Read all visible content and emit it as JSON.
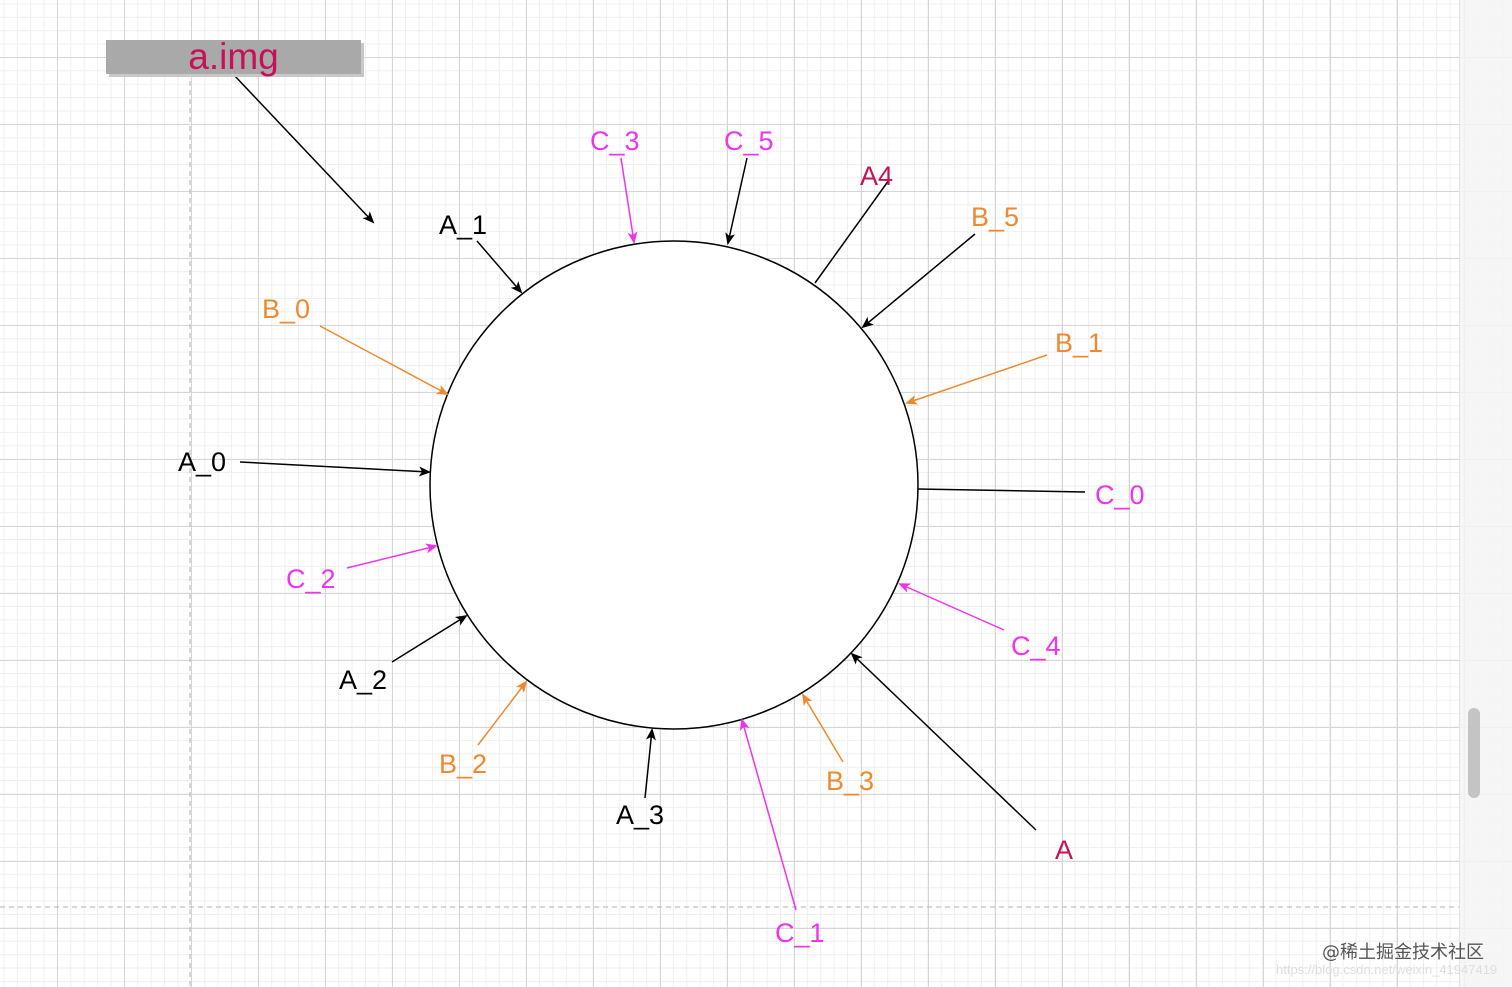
{
  "title_label": "a.img",
  "colors": {
    "black": "#000000",
    "orange": "#f0882f",
    "magenta": "#ee33ee",
    "crimson": "#c8105a"
  },
  "nodes": {
    "A_0": "A_0",
    "A_1": "A_1",
    "A_2": "A_2",
    "A_3": "A_3",
    "A4": "A4",
    "A": "A",
    "B_0": "B_0",
    "B_1": "B_1",
    "B_2": "B_2",
    "B_3": "B_3",
    "B_5": "B_5",
    "C_0": "C_0",
    "C_1": "C_1",
    "C_2": "C_2",
    "C_3": "C_3",
    "C_4": "C_4",
    "C_5": "C_5"
  },
  "watermark": {
    "main": "@稀土掘金技术社区",
    "url": "https://blog.csdn.net/weixin_41947419"
  }
}
